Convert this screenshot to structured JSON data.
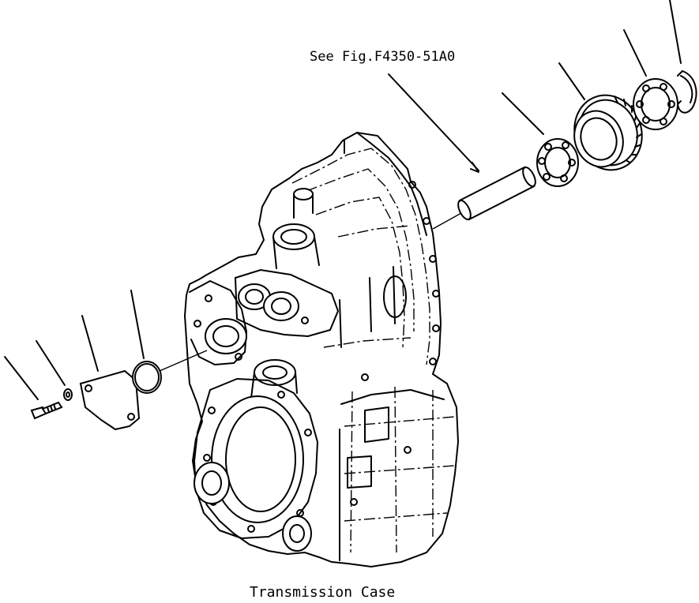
{
  "diagram": {
    "reference_label": "See Fig.F4350-51A0",
    "caption": "Transmission Case"
  },
  "parts": [
    {
      "id": "bolt",
      "icon": "bolt-icon"
    },
    {
      "id": "washer",
      "icon": "washer-icon"
    },
    {
      "id": "cover-plate",
      "icon": "cover-plate-icon"
    },
    {
      "id": "o-ring",
      "icon": "o-ring-icon"
    },
    {
      "id": "shaft-pin",
      "icon": "shaft-pin-icon"
    },
    {
      "id": "bearing-1",
      "icon": "ball-bearing-icon"
    },
    {
      "id": "gear",
      "icon": "gear-icon"
    },
    {
      "id": "bearing-2",
      "icon": "ball-bearing-icon"
    },
    {
      "id": "snap-ring",
      "icon": "snap-ring-icon"
    },
    {
      "id": "transmission-case",
      "icon": "transmission-case-icon"
    }
  ]
}
